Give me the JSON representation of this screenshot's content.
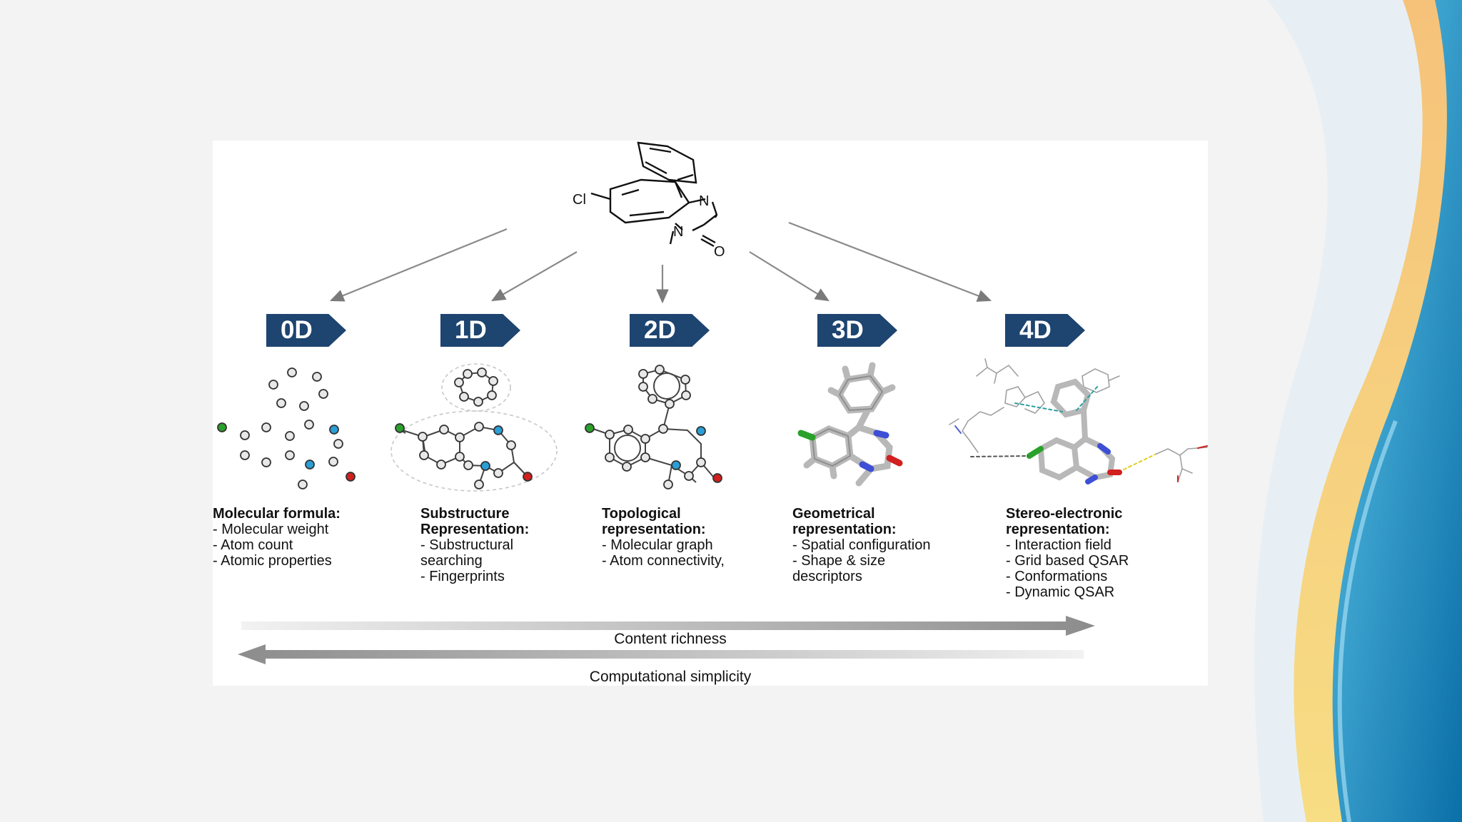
{
  "molecule": {
    "cl_label": "Cl",
    "n_label_1": "N",
    "n_label_2": "N",
    "o_label": "O"
  },
  "levels": [
    {
      "tag": "0D",
      "title": "Molecular formula:",
      "items": [
        "- Molecular weight",
        "- Atom count",
        "- Atomic properties"
      ]
    },
    {
      "tag": "1D",
      "title": "Substructure Representation:",
      "items": [
        "- Substructural",
        "searching",
        "- Fingerprints"
      ]
    },
    {
      "tag": "2D",
      "title": "Topological representation:",
      "items": [
        "- Molecular graph",
        "- Atom connectivity,"
      ]
    },
    {
      "tag": "3D",
      "title": "Geometrical representation:",
      "items": [
        "- Spatial configuration",
        "- Shape & size",
        "descriptors"
      ]
    },
    {
      "tag": "4D",
      "title": "Stereo-electronic representation:",
      "items": [
        "- Interaction field",
        "- Grid based QSAR",
        "- Conformations",
        "- Dynamic QSAR"
      ]
    }
  ],
  "axes": {
    "richness": "Content richness",
    "simplicity": "Computational simplicity"
  },
  "colors": {
    "chevron": "#1e4470",
    "arrow": "#8a8a8a",
    "cl_atom": "#2aa12a",
    "n_atom": "#2a9fd6",
    "o_atom": "#d21f1f"
  }
}
